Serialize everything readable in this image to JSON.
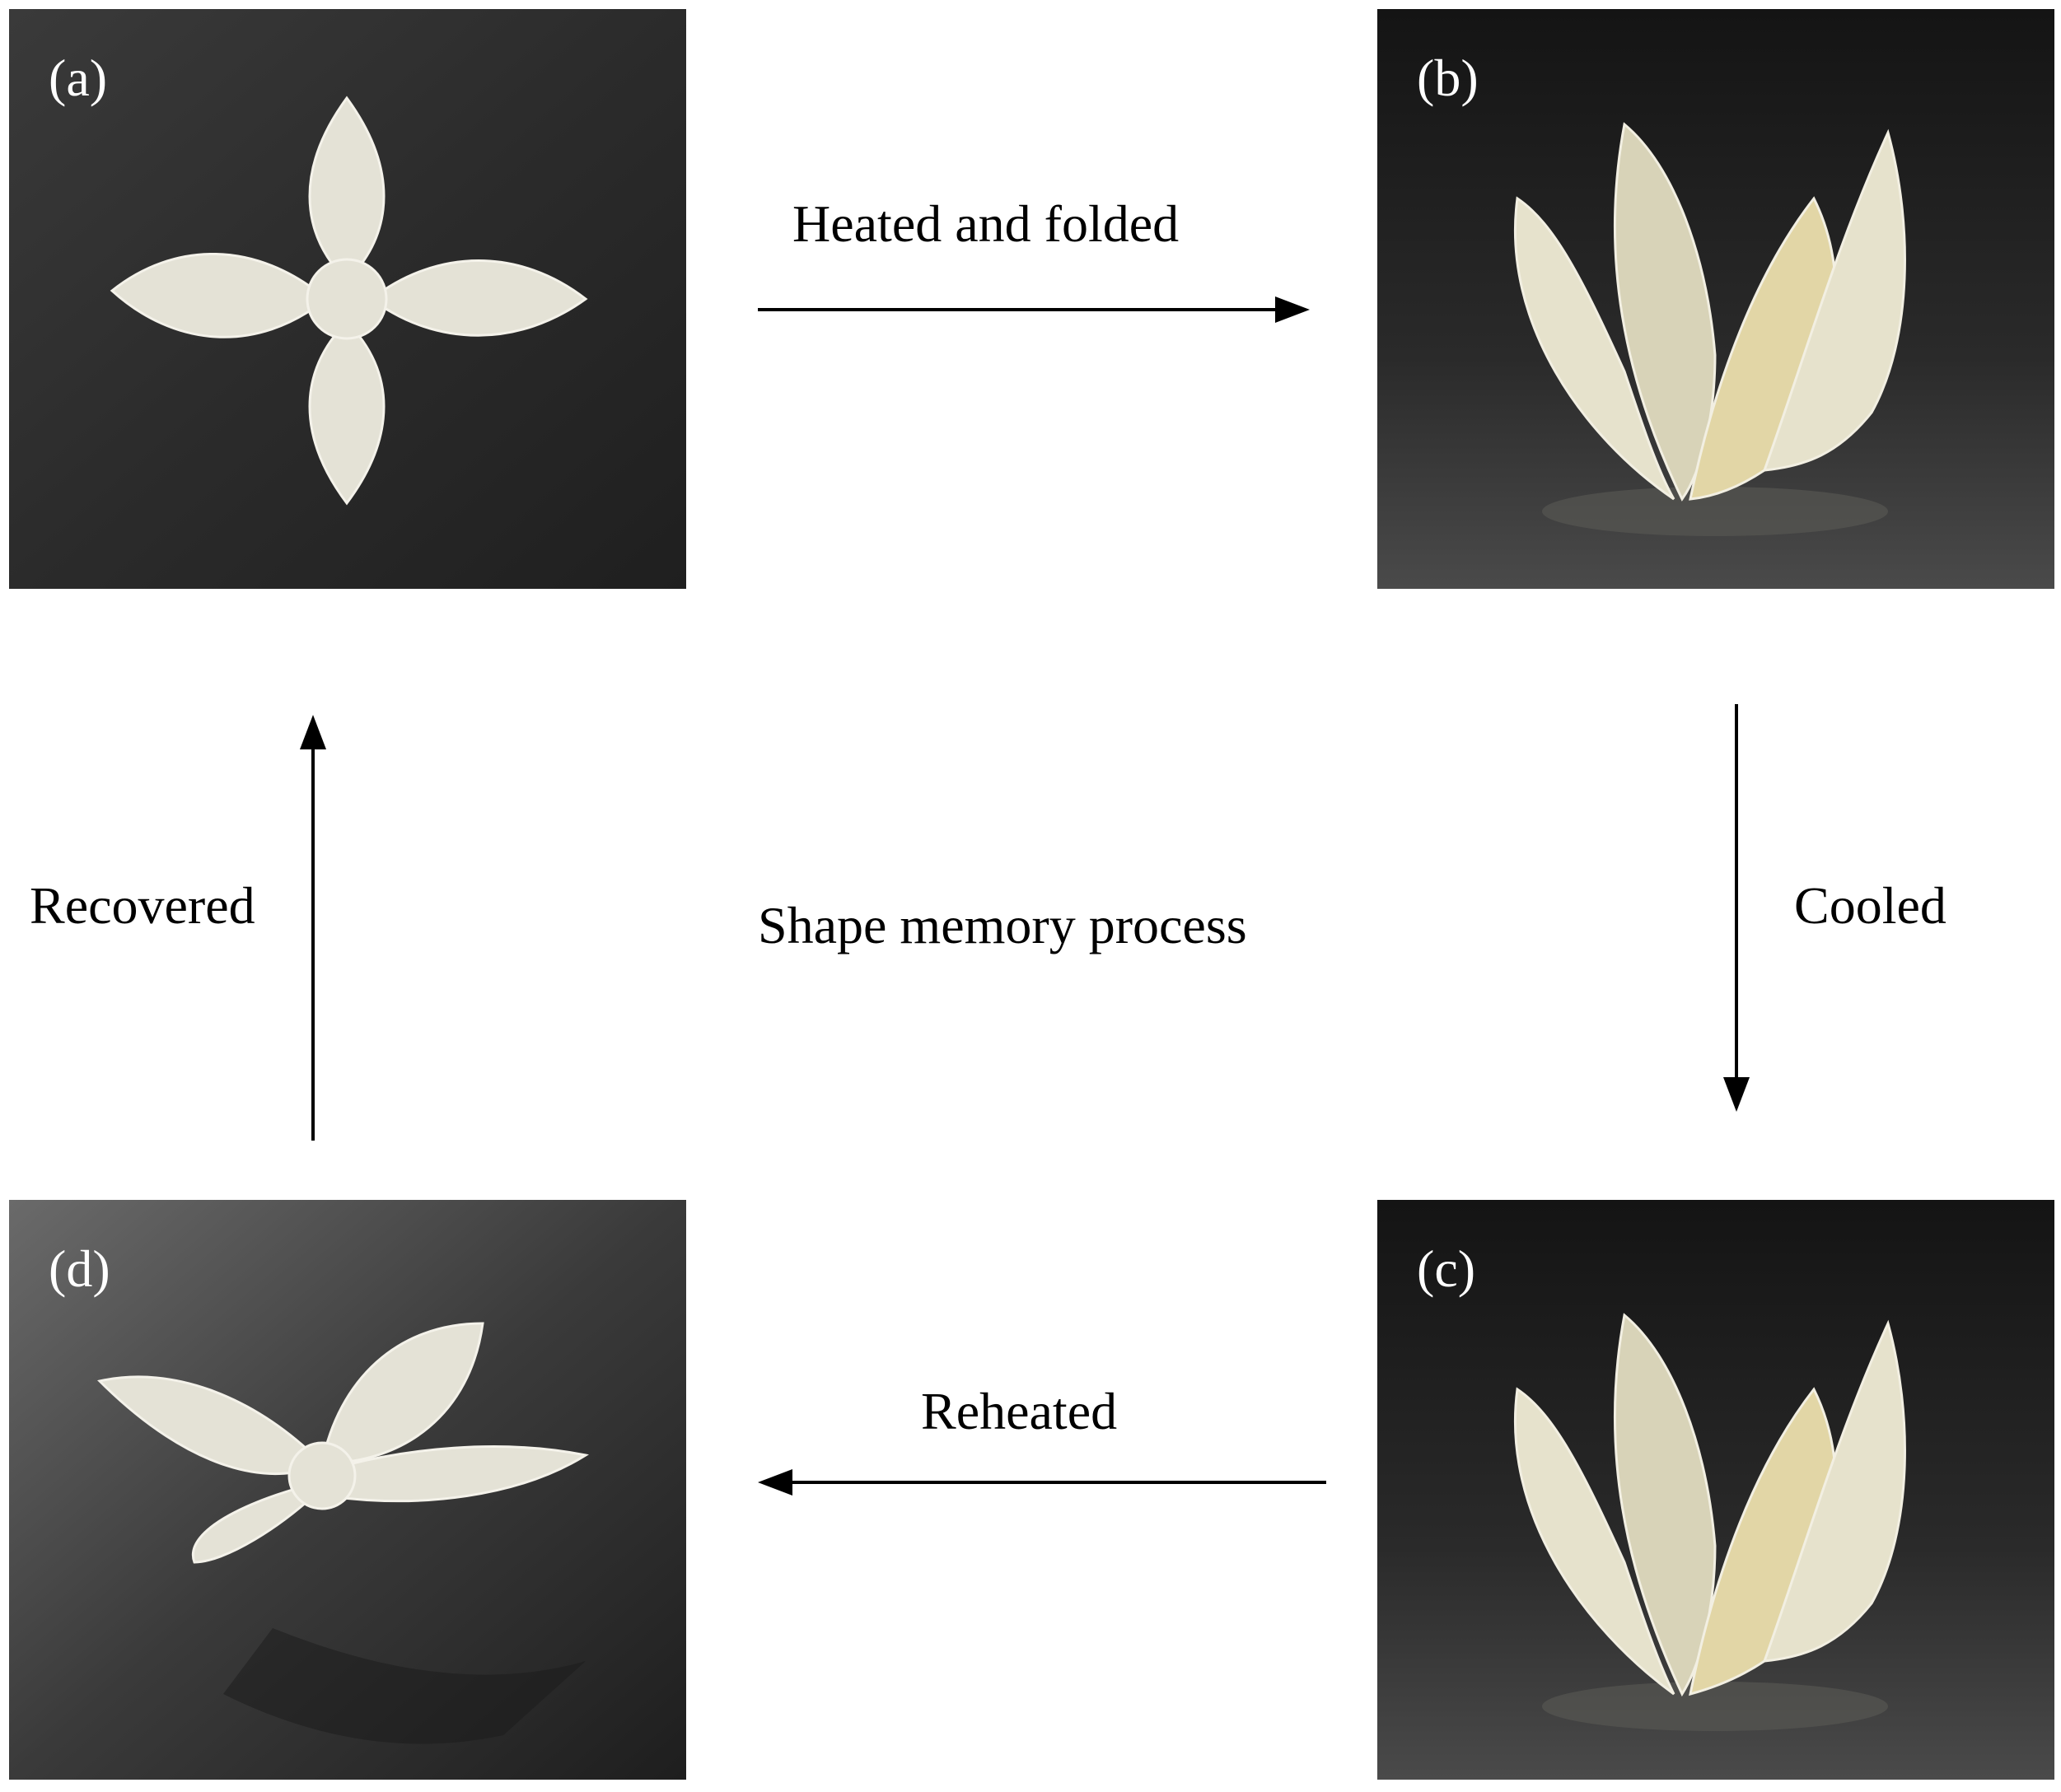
{
  "panels": {
    "a": {
      "label": "(a)"
    },
    "b": {
      "label": "(b)"
    },
    "c": {
      "label": "(c)"
    },
    "d": {
      "label": "(d)"
    }
  },
  "steps": {
    "heated": "Heated and folded",
    "cooled": "Cooled",
    "reheated": "Reheated",
    "recovered": "Recovered"
  },
  "center_text": "Shape memory process",
  "colors": {
    "background": "#ffffff",
    "arrow": "#000000",
    "surface_dark": "#2a2a2a",
    "petal": "#e8e4d4"
  }
}
